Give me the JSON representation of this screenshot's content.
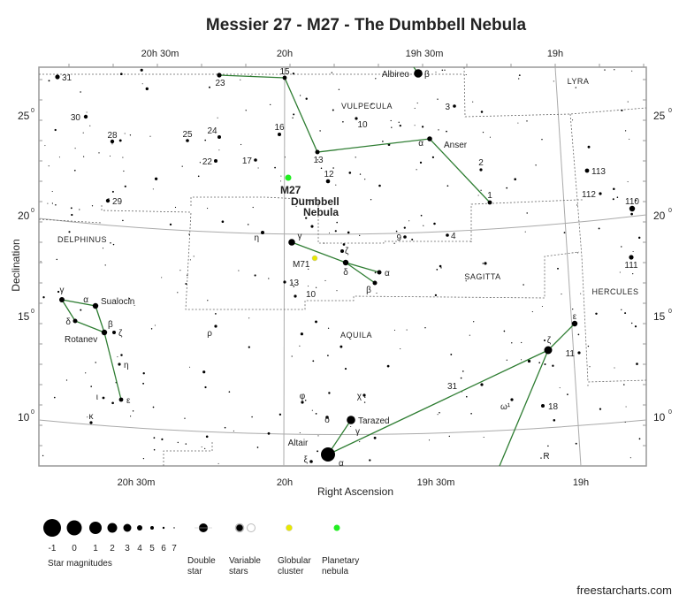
{
  "title": "Messier 27 - M27 - The Dumbbell Nebula",
  "axes": {
    "ra_top": [
      "20h 30m",
      "20h",
      "19h 30m",
      "19h"
    ],
    "ra_bottom": [
      "20h 30m",
      "20h",
      "19h 30m",
      "19h"
    ],
    "xlabel": "Right Ascension",
    "ylabel": "Declination",
    "dec_left": [
      "25",
      "20",
      "15",
      "10"
    ],
    "dec_right": [
      "25",
      "20",
      "15",
      "10"
    ],
    "degree_mark": "0"
  },
  "constellations": [
    "Vulpecula",
    "Lyra",
    "Delphinus",
    "Sagitta",
    "Hercules",
    "Aquila"
  ],
  "stars": {
    "v31": "31",
    "v30": "30",
    "v28": "28",
    "v29": "29",
    "v25": "25",
    "v24": "24",
    "v22": "22",
    "v17": "17",
    "v16": "16",
    "v23": "23",
    "v15": "15",
    "v13": "13",
    "v12": "12",
    "v10": "10",
    "albireo": "Albireo",
    "beta": "β",
    "v3": "3",
    "alpha": "α",
    "anser": "Anser",
    "v2": "2",
    "v1": "1",
    "v9": "9",
    "v4": "4",
    "h113": "113",
    "h112": "112",
    "h110": "110",
    "h111": "111",
    "eta": "η",
    "gamma": "γ",
    "zeta": "ζ",
    "delta": "δ",
    "aq13": "13",
    "aq10": "10",
    "rho": "ρ",
    "sualocin": "Sualocin",
    "rotanev": "Rotanev",
    "epsilon": "ε",
    "iota": "ι",
    "kappa": "κ",
    "phi": "φ",
    "chi": "χ",
    "omicron": "ο",
    "tarazed": "Tarazed",
    "altair": "Altair",
    "xi": "ξ",
    "aq31": "31",
    "omega1": "ω¹",
    "aq18": "18",
    "aq11": "11",
    "R": "R"
  },
  "objects": {
    "m27_name": "M27",
    "m27_line1": "Dumbbell",
    "m27_line2": "Nebula",
    "m71": "M71"
  },
  "legend": {
    "magnitudes": [
      "-1",
      "0",
      "1",
      "2",
      "3",
      "4",
      "5",
      "6",
      "7"
    ],
    "magnitudes_label": "Star magnitudes",
    "double_star": [
      "Double",
      "star"
    ],
    "variable_stars": [
      "Variable",
      "stars"
    ],
    "globular_cluster": [
      "Globular",
      "cluster"
    ],
    "planetary_nebula": [
      "Planetary",
      "nebula"
    ]
  },
  "credit": "freestarcharts.com",
  "colors": {
    "line": "#2e7d32",
    "nebula": "#22ee22",
    "globular": "#e8e800",
    "label_blue": "#1a1a8c",
    "grid": "#aaaaaa"
  }
}
